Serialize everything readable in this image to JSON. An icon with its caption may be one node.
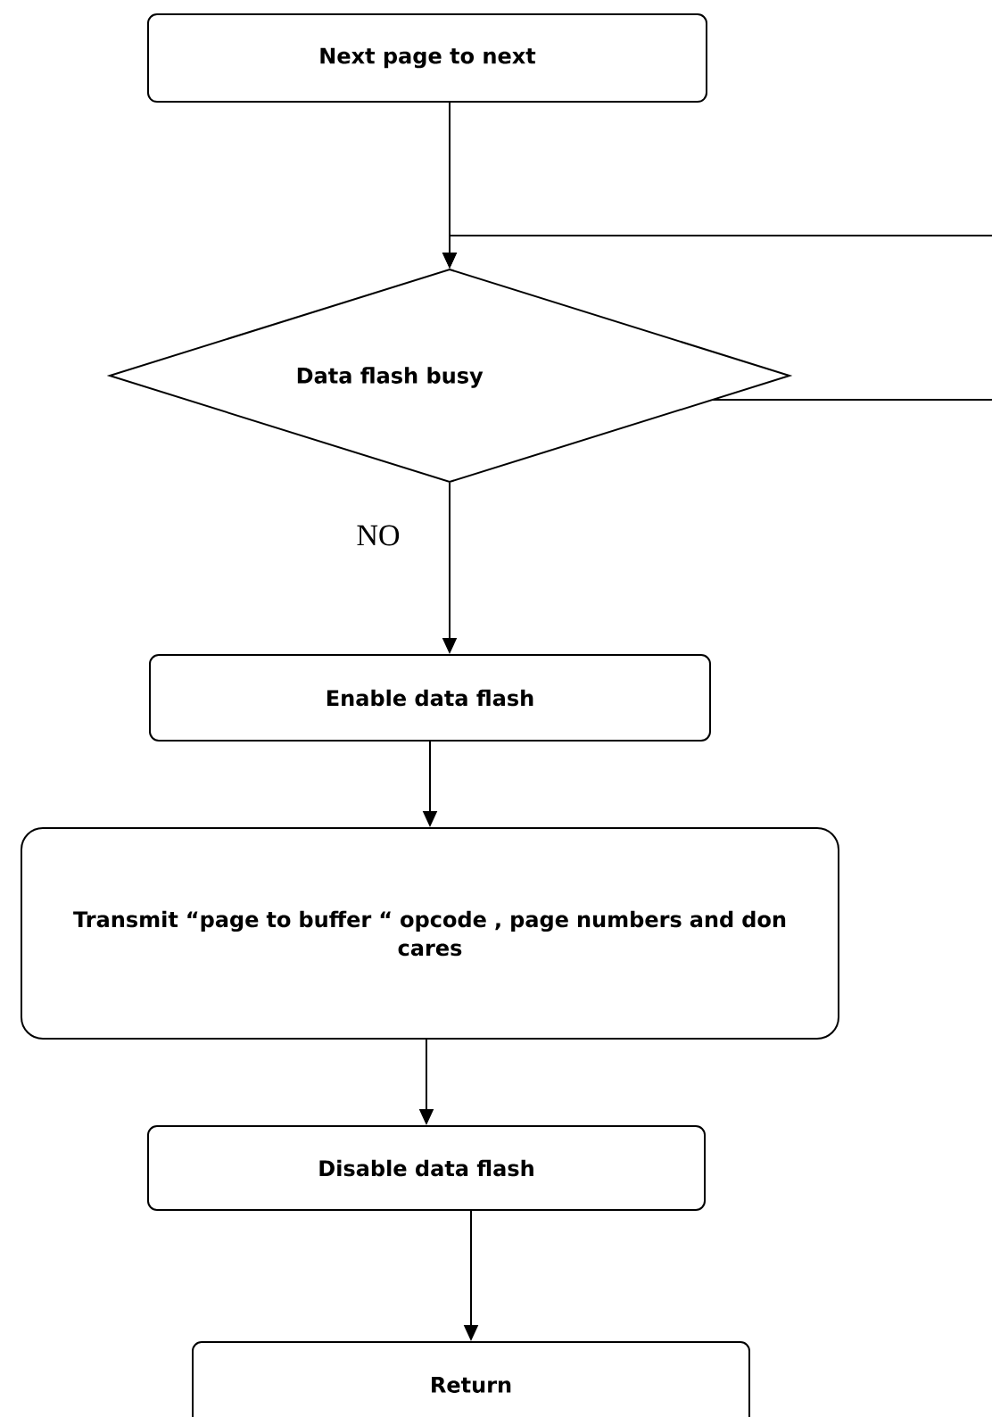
{
  "diagram": {
    "nodes": [
      {
        "text": [
          "Next page to next"
        ]
      },
      {
        "text": [
          "Data flash busy"
        ]
      },
      {
        "text": [
          "Enable data flash"
        ]
      },
      {
        "text": [
          "Transmit “page to buffer “ opcode , page numbers and don cares"
        ]
      },
      {
        "text": [
          "Disable  data flash"
        ]
      },
      {
        "text": [
          "Return"
        ]
      }
    ],
    "edges": [
      {
        "from": 0,
        "to": 1,
        "arrow": "to"
      },
      {
        "from": null,
        "to": 1,
        "arrow": "to"
      },
      {
        "from": 1,
        "to": null,
        "arrow": "none"
      },
      {
        "from": 1,
        "to": 2,
        "arrow": "to",
        "label": "NO"
      },
      {
        "from": 2,
        "to": 3,
        "arrow": "to"
      },
      {
        "from": 3,
        "to": 4,
        "arrow": "to"
      },
      {
        "from": 4,
        "to": 5,
        "arrow": "to"
      }
    ]
  }
}
